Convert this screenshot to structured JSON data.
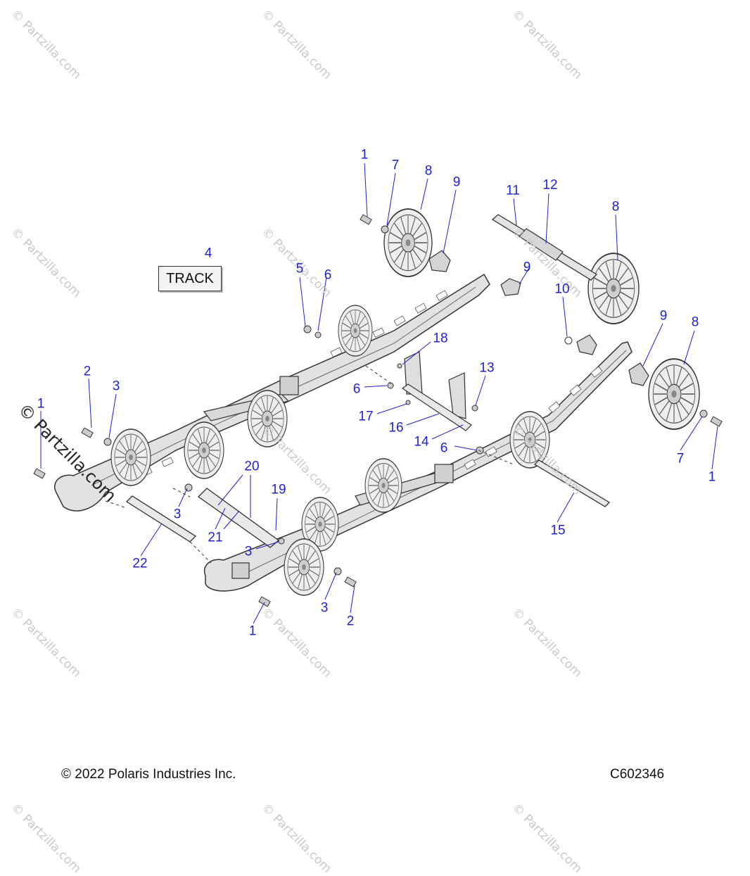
{
  "watermark": {
    "text": "© Partzilla.com",
    "overlay_text": "© Partzilla.com"
  },
  "colors": {
    "callout": "#1f1fd6",
    "part_fill": "#e9e9e9",
    "part_stroke": "#333333",
    "watermark": "#c9c9c9"
  },
  "track_label": "TRACK",
  "callouts": [
    "1",
    "7",
    "8",
    "9",
    "11",
    "12",
    "8",
    "4",
    "5",
    "6",
    "9",
    "10",
    "9",
    "8",
    "18",
    "13",
    "2",
    "3",
    "1",
    "6",
    "17",
    "16",
    "14",
    "6",
    "7",
    "1",
    "20",
    "19",
    "3",
    "21",
    "3",
    "15",
    "22",
    "3",
    "2",
    "1"
  ],
  "footer": {
    "copyright": "© 2022 Polaris Industries Inc.",
    "code": "C602346"
  }
}
